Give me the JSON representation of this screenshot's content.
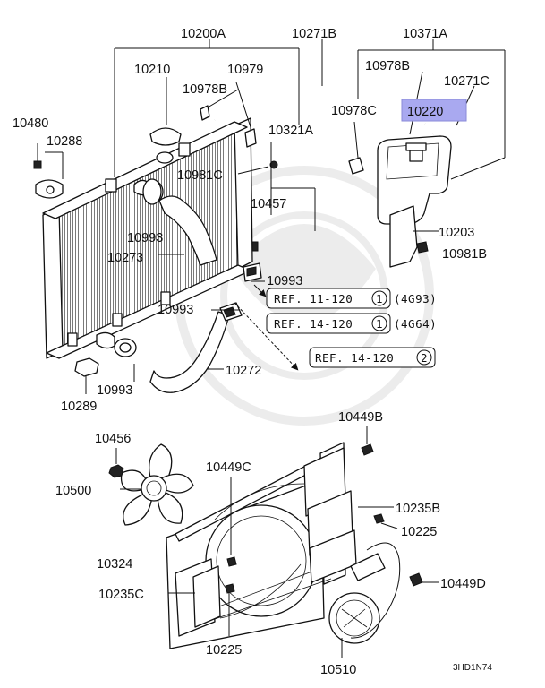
{
  "diagram": {
    "labels": {
      "l10200A": "10200A",
      "l10271B": "10271B",
      "l10371A": "10371A",
      "l10210": "10210",
      "l10979": "10979",
      "l10978B_a": "10978B",
      "l10978B_b": "10978B",
      "l10271C": "10271C",
      "l10480": "10480",
      "l10288": "10288",
      "l10978C": "10978C",
      "l10220": "10220",
      "l10321A": "10321A",
      "l10981C": "10981C",
      "l10457": "10457",
      "l10993_a": "10993",
      "l10273": "10273",
      "l10993_b": "10993",
      "l10203": "10203",
      "l10981B": "10981B",
      "l10993_c": "10993",
      "l10993_d": "10993",
      "l10272": "10272",
      "l10289": "10289",
      "l10449B": "10449B",
      "l10456": "10456",
      "l10449C": "10449C",
      "l10500": "10500",
      "l10235B": "10235B",
      "l10225_a": "10225",
      "l10324": "10324",
      "l10449D": "10449D",
      "l10235C": "10235C",
      "l10225_b": "10225",
      "l10510": "10510"
    },
    "refs": {
      "ref1_text": "REF. 11-120",
      "ref1_num": "1",
      "ref1_engine": "(4G93)",
      "ref2_text": "REF. 14-120",
      "ref2_num": "1",
      "ref2_engine": "(4G64)",
      "ref3_text": "REF. 14-120",
      "ref3_num": "2"
    },
    "highlight_color": "#a9a9f0",
    "diagram_code": "3HD1N74"
  }
}
